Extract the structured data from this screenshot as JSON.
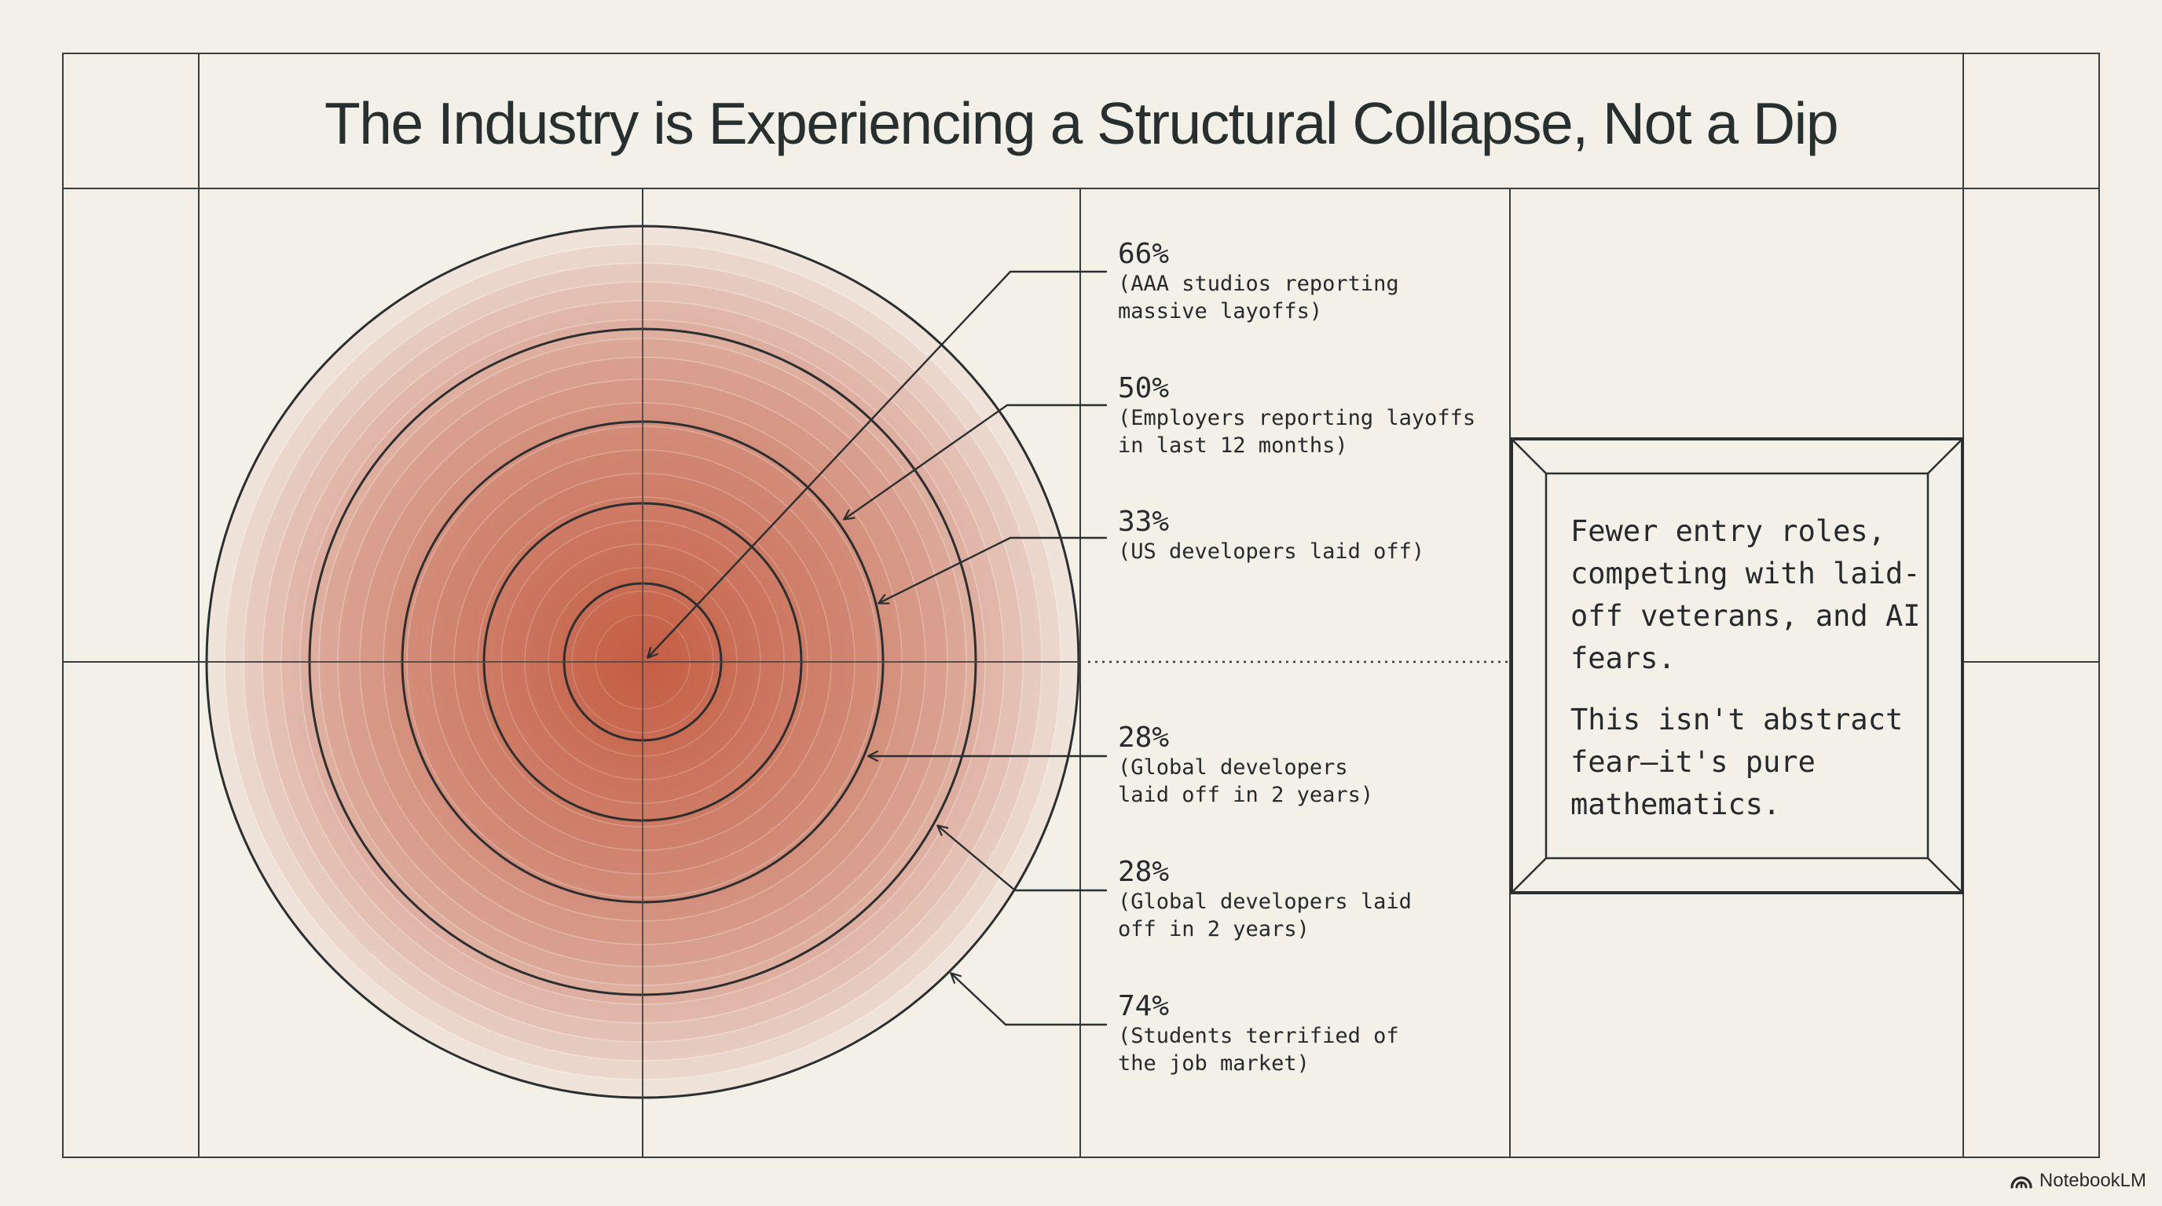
{
  "title": "The Industry is Experiencing a Structural Collapse, Not a Dip",
  "stats": [
    {
      "value": "66%",
      "caption": "(AAA studios reporting\nmassive layoffs)"
    },
    {
      "value": "50%",
      "caption": "(Employers reporting layoffs\nin last 12 months)"
    },
    {
      "value": "33%",
      "caption": "(US developers laid off)"
    },
    {
      "value": "28%",
      "caption": "(Global developers\nlaid off in 2 years)"
    },
    {
      "value": "28%",
      "caption": "(Global developers laid\noff in 2 years)"
    },
    {
      "value": "74%",
      "caption": "(Students terrified of\nthe job market)"
    }
  ],
  "note": {
    "line1": "Fewer entry roles, competing with laid-off veterans, and AI fears.",
    "line2": "This isn't abstract fear—it's pure mathematics."
  },
  "brand": {
    "name": "NotebookLM",
    "icon": "notebooklm-logo-icon"
  },
  "colors": {
    "accent": "#c45d40",
    "ink": "#2b2f30",
    "background": "#f3f0e8"
  }
}
